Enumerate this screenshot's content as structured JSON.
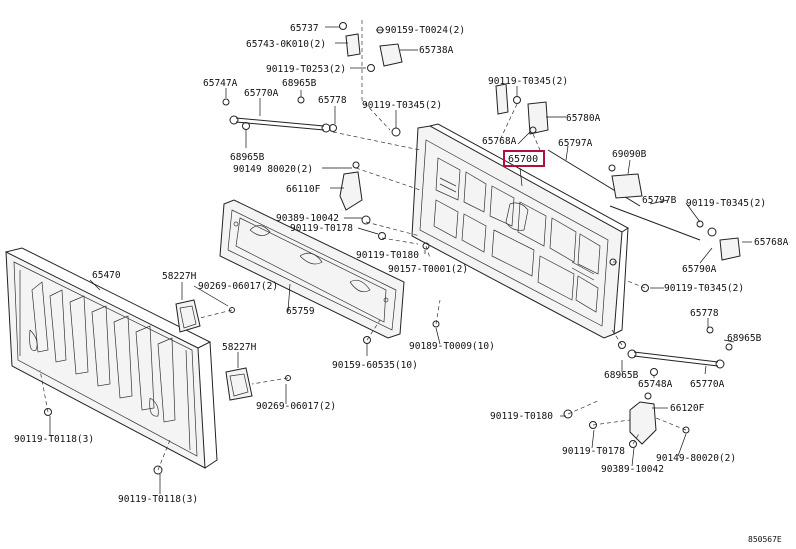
{
  "diagram_code": "850567E",
  "highlight_part": "65700",
  "labels": {
    "p65737": "65737",
    "p90159_t0024": "90159-T0024(2)",
    "p65743": "65743-0K010(2)",
    "p65738a": "65738A",
    "p90119_t0253": "90119-T0253(2)",
    "p65747a": "65747A",
    "p68965b_top": "68965B",
    "p65770a_top": "65770A",
    "p65778_top": "65778",
    "p90119_t0345_mid": "90119-T0345(2)",
    "p90119_t0345_top": "90119-T0345(2)",
    "p65780a": "65780A",
    "p65768a_top": "65768A",
    "p65797a": "65797A",
    "p65700": "65700",
    "p69090b": "69090B",
    "p68965b_left": "68965B",
    "p90149_left": "90149 80020(2)",
    "p66110f": "66110F",
    "p65797b": "65797B",
    "p90119_t0345_right": "90119-T0345(2)",
    "p65768a_right": "65768A",
    "p90389_top": "90389-10042",
    "p90119_t0178_top": "90119-T0178",
    "p90119_t0180_top": "90119-T0180",
    "p90157": "90157-T0001(2)",
    "p65790a": "65790A",
    "p65470": "65470",
    "p58227h_top": "58227H",
    "p90269_top": "90269-06017(2)",
    "p65759": "65759",
    "p90119_t0345_low": "90119-T0345(2)",
    "p65778_low": "65778",
    "p68965b_right": "68965B",
    "p58227h_low": "58227H",
    "p90189": "90189-T0009(10)",
    "p90159_60535": "90159-60535(10)",
    "p68965b_low": "68965B",
    "p65748a": "65748A",
    "p65770a_low": "65770A",
    "p90269_low": "90269-06017(2)",
    "p66120f": "66120F",
    "p90119_t0180_low": "90119-T0180",
    "p90119_t0118_left": "90119-T0118(3)",
    "p90119_t0178_low": "90119-T0178",
    "p90149_low": "90149-80020(2)",
    "p90389_low": "90389-10042",
    "p90119_t0118_low": "90119-T0118(3)"
  }
}
